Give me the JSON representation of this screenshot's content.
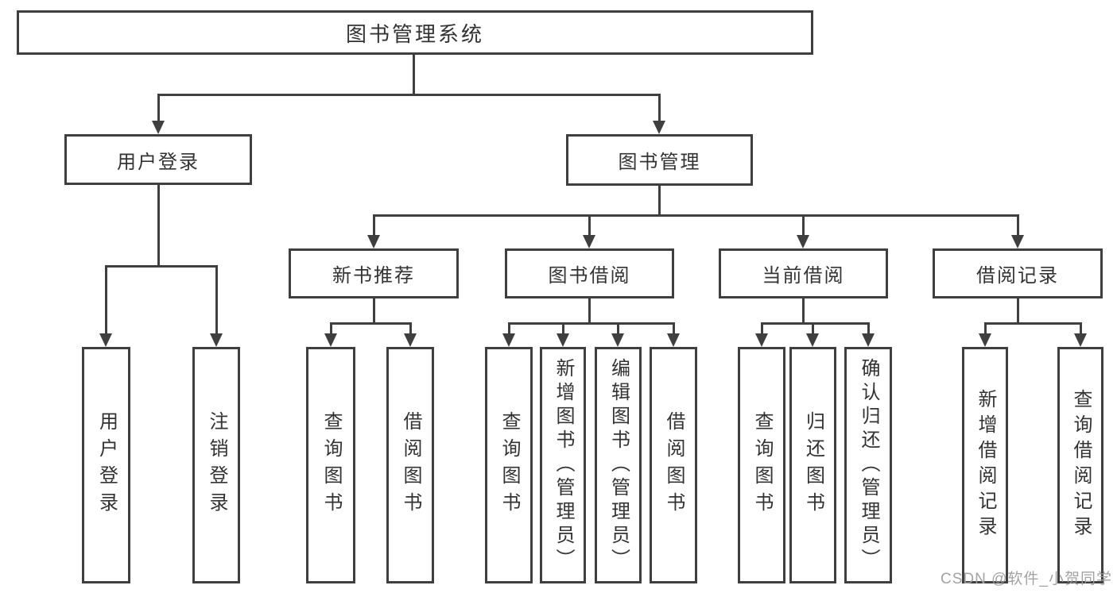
{
  "title": "图书管理系统",
  "watermark": "CSDN @软件_小贺同学",
  "colors": {
    "line": "#3f3f3f",
    "text": "#333333",
    "background": "#ffffff",
    "watermark": "#9e9e9e"
  },
  "tree": {
    "root": {
      "label": "图书管理系统",
      "children": [
        {
          "label": "用户登录",
          "children": [
            {
              "label": "用户登录"
            },
            {
              "label": "注销登录"
            }
          ]
        },
        {
          "label": "图书管理",
          "children": [
            {
              "label": "新书推荐",
              "children": [
                {
                  "label": "查询图书"
                },
                {
                  "label": "借阅图书"
                }
              ]
            },
            {
              "label": "图书借阅",
              "children": [
                {
                  "label": "查询图书"
                },
                {
                  "label": "新增图书（管理员）"
                },
                {
                  "label": "编辑图书（管理员）"
                },
                {
                  "label": "借阅图书"
                }
              ]
            },
            {
              "label": "当前借阅",
              "children": [
                {
                  "label": "查询图书"
                },
                {
                  "label": "归还图书"
                },
                {
                  "label": "确认归还（管理员）"
                }
              ]
            },
            {
              "label": "借阅记录",
              "children": [
                {
                  "label": "新增借阅记录"
                },
                {
                  "label": "查询借阅记录"
                }
              ]
            }
          ]
        }
      ]
    }
  }
}
